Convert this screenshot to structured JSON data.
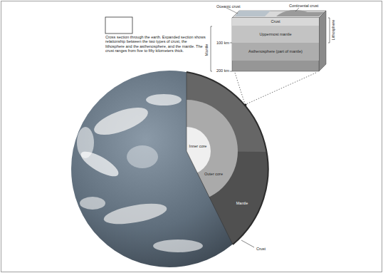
{
  "diagram": {
    "caption": "Cross section through the earth. Expanded section shows relationship between the two types of crust, the lithosphere and the asthenosphere, and the mantle. The crust ranges from five to fifty kilometers thick.",
    "nodes": [
      {
        "text": [
          "Crust"
        ]
      },
      {
        "text": [
          "Uppermost mantle"
        ]
      },
      {
        "text": [
          "Asthenosphere (part of mantle)"
        ]
      }
    ],
    "labels": [
      "Oceanic crust",
      "Continental crust",
      "Lithosphere",
      "100 km",
      "200 km",
      "Mantle",
      "Inner core",
      "Outer core",
      "Mantle",
      "Crust"
    ]
  }
}
